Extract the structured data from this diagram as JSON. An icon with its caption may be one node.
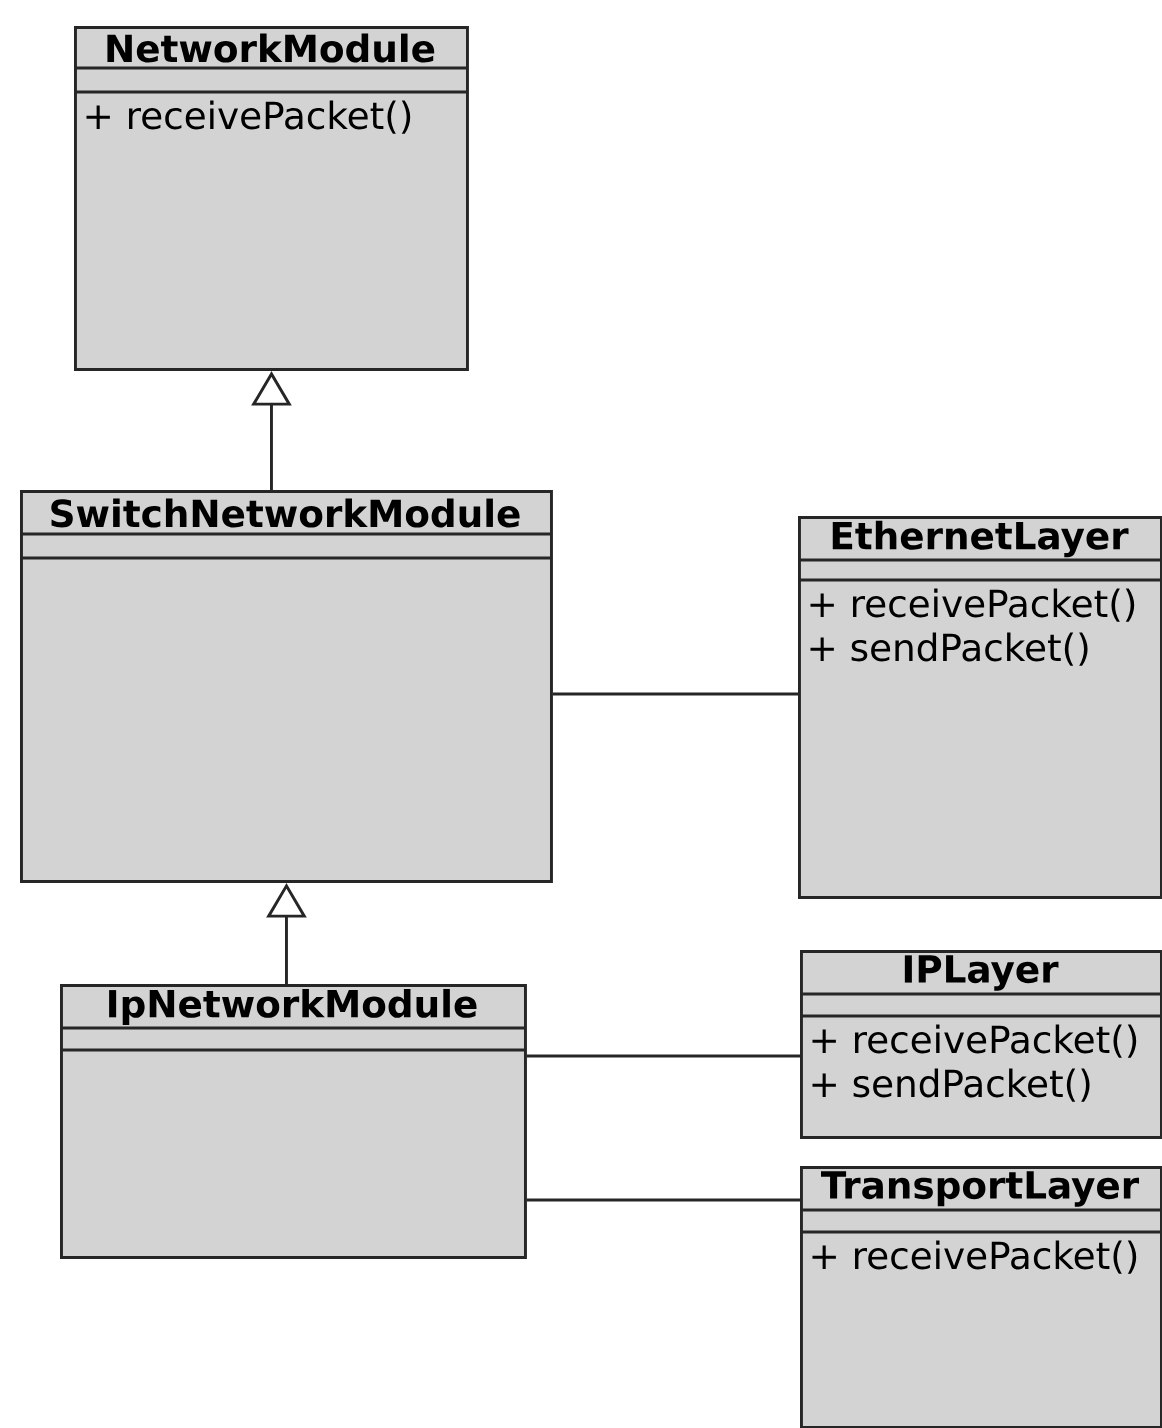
{
  "diagram": {
    "nodes": [
      {
        "text": [
          "NetworkModule",
          "+ receivePacket()"
        ]
      },
      {
        "text": [
          "SwitchNetworkModule"
        ]
      },
      {
        "text": [
          "EthernetLayer",
          "+ receivePacket()",
          "+ sendPacket()"
        ]
      },
      {
        "text": [
          "IpNetworkModule"
        ]
      },
      {
        "text": [
          "IPLayer",
          "+ receivePacket()",
          "+ sendPacket()"
        ]
      },
      {
        "text": [
          "TransportLayer",
          "+ receivePacket()"
        ]
      }
    ],
    "edges": [
      {
        "from": 1,
        "to": 0,
        "arrow": "to"
      },
      {
        "from": 3,
        "to": 1,
        "arrow": "to"
      },
      {
        "from": 1,
        "to": 2,
        "arrow": "none"
      },
      {
        "from": 3,
        "to": 4,
        "arrow": "none"
      },
      {
        "from": 3,
        "to": 5,
        "arrow": "none"
      }
    ]
  }
}
